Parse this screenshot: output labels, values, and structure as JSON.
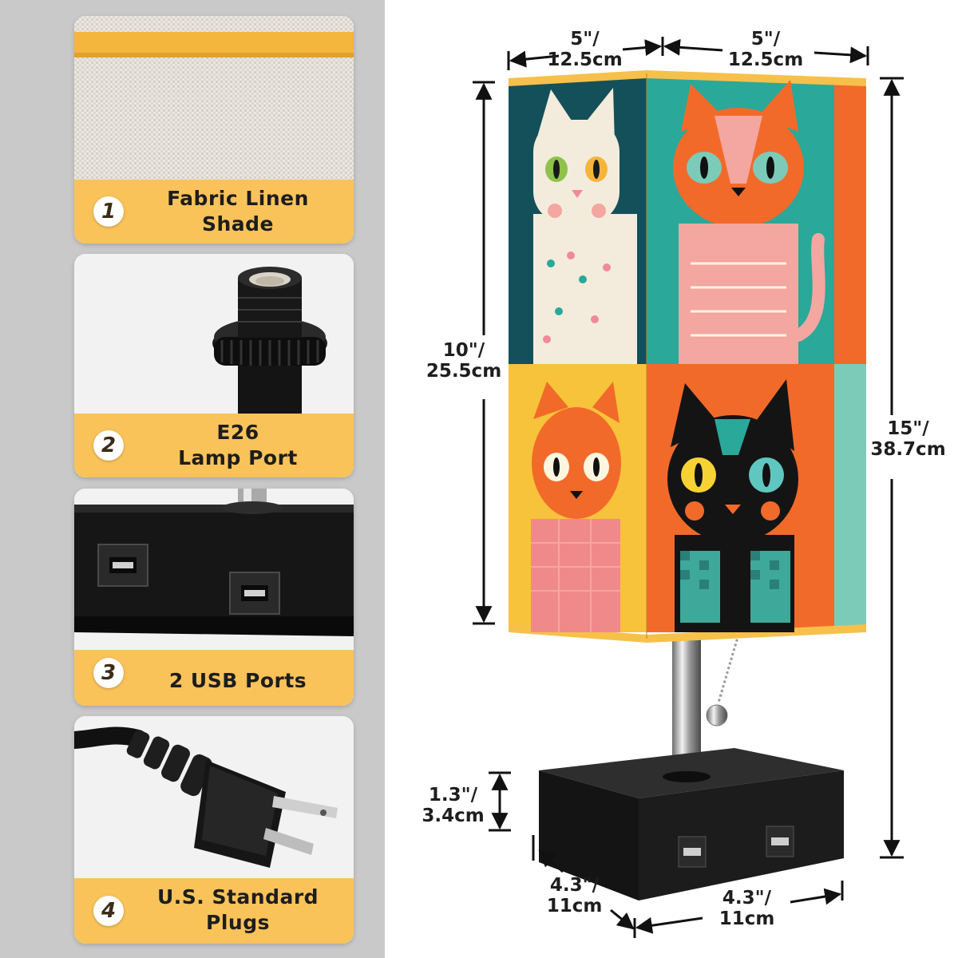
{
  "features": [
    {
      "number": "1",
      "label": "Fabric Linen\nShade"
    },
    {
      "number": "2",
      "label": "E26\nLamp Port"
    },
    {
      "number": "3",
      "label": "2 USB Ports"
    },
    {
      "number": "4",
      "label": "U.S. Standard\nPlugs"
    }
  ],
  "dimensions": {
    "shade_width_left": "5\"/\n12.5cm",
    "shade_width_right": "5\"/\n12.5cm",
    "shade_height": "10\"/\n25.5cm",
    "total_height": "15\"/\n38.7cm",
    "base_height": "1.3\"/\n3.4cm",
    "base_depth": "4.3\"/\n11cm",
    "base_width": "4.3\"/\n11cm"
  },
  "colors": {
    "panel_gray": "#c9c9c9",
    "label_yellow": "#f9c35a",
    "teal": "#2aa89a",
    "dark_teal": "#14505a",
    "orange": "#f26a2a",
    "yellow": "#f7c33a",
    "pink": "#f4a6a0",
    "black": "#1a1a1a"
  }
}
